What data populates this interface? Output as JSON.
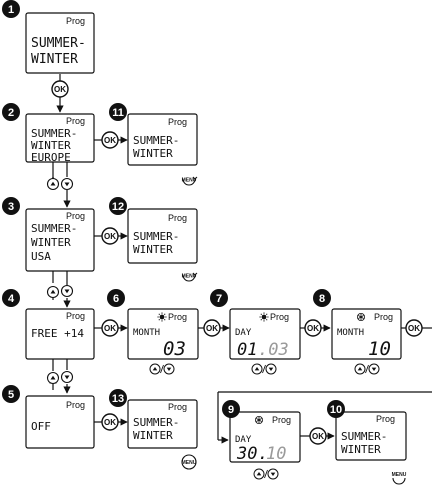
{
  "labels": {
    "prog": "Prog",
    "ok": "OK",
    "menu": "MENU"
  },
  "steps": [
    {
      "num": "1",
      "lines": [
        "SUMMER-",
        "WINTER"
      ]
    },
    {
      "num": "2",
      "lines": [
        "SUMMER-",
        "WINTER",
        "EUROPE"
      ]
    },
    {
      "num": "3",
      "lines": [
        "SUMMER-",
        "WINTER",
        "USA"
      ]
    },
    {
      "num": "4",
      "lines": [
        "FREE +14"
      ]
    },
    {
      "num": "5",
      "lines": [
        "OFF"
      ]
    },
    {
      "num": "6",
      "label": "MONTH",
      "value": "03",
      "icon": "sun-icon"
    },
    {
      "num": "7",
      "label": "DAY",
      "value_main": "01",
      "value_dim": ".03",
      "icon": "sun-icon"
    },
    {
      "num": "8",
      "label": "MONTH",
      "value": "10",
      "icon": "snowflake-icon"
    },
    {
      "num": "9",
      "label": "DAY",
      "value_main": "30",
      "value_sep": ".",
      "value_dim": "10",
      "icon": "snowflake-icon"
    },
    {
      "num": "10",
      "lines": [
        "SUMMER-",
        "WINTER"
      ]
    },
    {
      "num": "11",
      "lines": [
        "SUMMER-",
        "WINTER"
      ]
    },
    {
      "num": "12",
      "lines": [
        "SUMMER-",
        "WINTER"
      ]
    },
    {
      "num": "13",
      "lines": [
        "SUMMER-",
        "WINTER"
      ]
    }
  ]
}
